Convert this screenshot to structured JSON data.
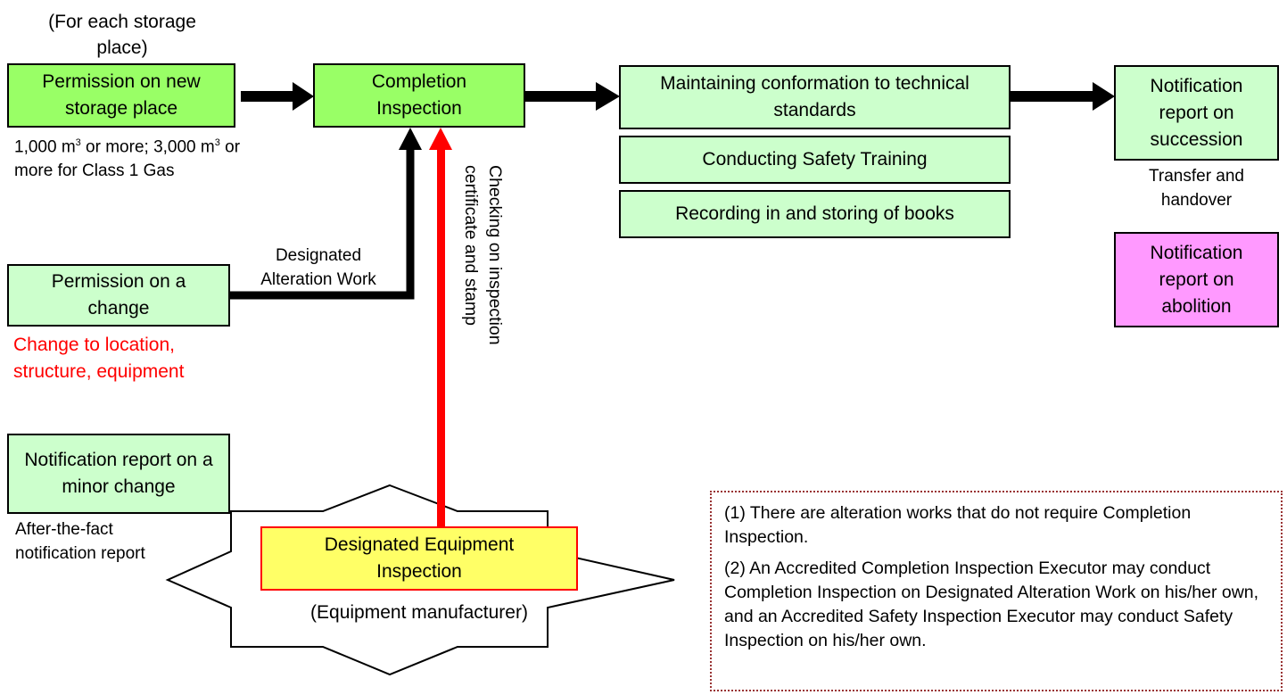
{
  "header_note": "(For each storage place)",
  "boxes": {
    "new_storage": "Permission on new storage place",
    "completion": "Completion Inspection",
    "maintaining": "Maintaining conformation to technical standards",
    "safety_training": "Conducting Safety Training",
    "recording": "Recording in and storing of books",
    "succession": "Notification report on succession",
    "abolition": "Notification report on abolition",
    "change": "Permission on a change",
    "minor_change": "Notification report on a minor change",
    "equipment_inspection": "Designated Equipment Inspection"
  },
  "labels": {
    "volume_prefix": "1,000 m",
    "volume_sup1": "3",
    "volume_mid": " or more; 3,000 m",
    "volume_sup2": "3",
    "volume_suffix": " or more for Class 1 Gas",
    "transfer": "Transfer and handover",
    "designated_alteration": "Designated Alteration Work",
    "change_detail": "Change to location, structure, equipment",
    "after_the_fact": "After-the-fact notification report",
    "checking": "Checking on inspection certificate and stamp",
    "manufacturer": "(Equipment manufacturer)"
  },
  "notes": [
    "(1) There are alteration works that do not require Completion Inspection.",
    "(2) An Accredited Completion Inspection Executor may conduct Completion Inspection on Designated Alteration Work on his/her own, and an Accredited Safety Inspection Executor may conduct Safety Inspection on his/her own."
  ],
  "colors": {
    "bright_green": "#99ff66",
    "pale_green": "#ccffcc",
    "pink": "#ff99ff",
    "yellow": "#ffff66",
    "red": "#ff0000",
    "note_border": "#993333"
  }
}
